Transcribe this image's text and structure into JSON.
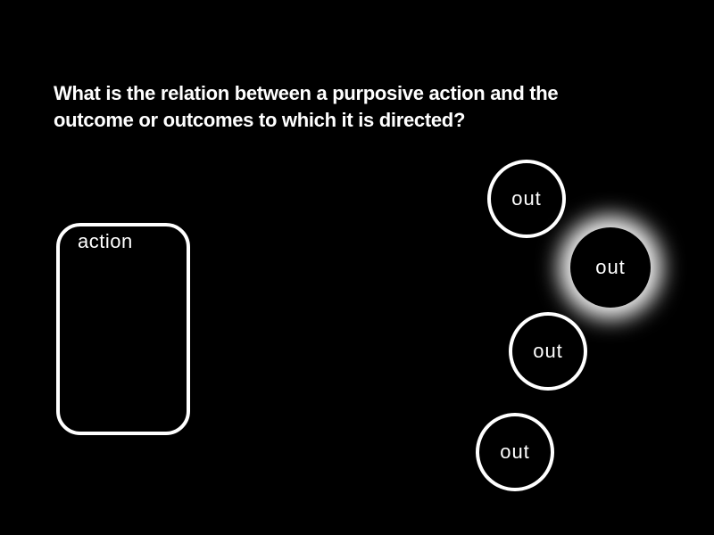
{
  "slide": {
    "title": {
      "full": "What is the relation between a purposive action and the outcome or outcomes to which it is directed?",
      "line1": "What is the relation between a purposive action and the",
      "line2": "outcome or outcomes to which it is directed?"
    },
    "action_box": {
      "label": "action"
    },
    "outcomes": [
      {
        "label": "out",
        "highlighted": false
      },
      {
        "label": "out",
        "highlighted": true
      },
      {
        "label": "out",
        "highlighted": false
      },
      {
        "label": "out",
        "highlighted": false
      }
    ],
    "colors": {
      "background": "#000000",
      "foreground": "#ffffff",
      "highlight_glow": "#ffffff"
    }
  }
}
